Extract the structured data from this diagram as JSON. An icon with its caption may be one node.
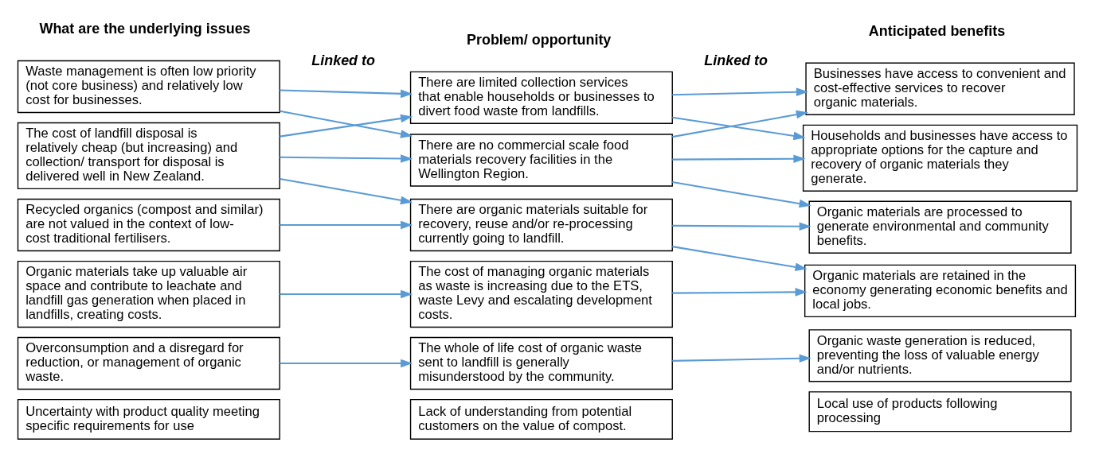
{
  "diagram": {
    "nodes": [
      {
        "text": [
          "Waste management is often low priority (not core business) and relatively low cost for businesses."
        ]
      },
      {
        "text": [
          "The cost of landfill disposal is relatively cheap (but increasing) and collection/ transport for disposal is delivered well in New Zealand."
        ]
      },
      {
        "text": [
          "Recycled organics (compost and similar) are not valued in the context of low-cost traditional fertilisers."
        ]
      },
      {
        "text": [
          "Organic materials take up valuable air space and contribute to leachate and landfill gas generation when placed in landfills, creating costs."
        ]
      },
      {
        "text": [
          "Overconsumption and a disregard for reduction, or management of organic waste."
        ]
      },
      {
        "text": [
          "Uncertainty with product quality meeting specific requirements for use"
        ]
      },
      {
        "text": [
          "There are limited collection services that enable households or businesses to divert food waste from landfills."
        ]
      },
      {
        "text": [
          "There are no commercial scale food materials recovery facilities in the Wellington Region."
        ]
      },
      {
        "text": [
          "There are organic materials suitable for recovery, reuse and/or re-processing currently going to landfill."
        ]
      },
      {
        "text": [
          "The cost of managing organic materials as waste is increasing due to the ETS, waste Levy and escalating development costs."
        ]
      },
      {
        "text": [
          "The whole of life cost of organic waste sent to landfill is generally misunderstood by the community."
        ]
      },
      {
        "text": [
          "Lack of understanding from potential customers on the value of compost."
        ]
      },
      {
        "text": [
          "Businesses have access to convenient and cost-effective services to recover organic materials."
        ]
      },
      {
        "text": [
          "Households and businesses have access to appropriate options for the capture and recovery of organic materials they generate."
        ]
      },
      {
        "text": [
          "Organic materials are processed to generate environmental and community benefits."
        ]
      },
      {
        "text": [
          "Organic materials are retained in the economy generating economic benefits and local jobs."
        ]
      },
      {
        "text": [
          "Organic waste generation is reduced, preventing the loss of valuable energy and/or nutrients."
        ]
      },
      {
        "text": [
          "Local use of products following processing"
        ]
      }
    ],
    "edges": [
      {
        "from": 0,
        "to": 6,
        "arrow": "to"
      },
      {
        "from": 0,
        "to": 7,
        "arrow": "to"
      },
      {
        "from": 1,
        "to": 6,
        "arrow": "to"
      },
      {
        "from": 1,
        "to": 7,
        "arrow": "to"
      },
      {
        "from": 1,
        "to": 8,
        "arrow": "to"
      },
      {
        "from": 2,
        "to": 8,
        "arrow": "to"
      },
      {
        "from": 3,
        "to": 9,
        "arrow": "to"
      },
      {
        "from": 4,
        "to": 10,
        "arrow": "to"
      },
      {
        "from": 6,
        "to": 12,
        "arrow": "to"
      },
      {
        "from": 6,
        "to": 13,
        "arrow": "to"
      },
      {
        "from": 7,
        "to": 12,
        "arrow": "to"
      },
      {
        "from": 7,
        "to": 13,
        "arrow": "to"
      },
      {
        "from": 7,
        "to": 14,
        "arrow": "to"
      },
      {
        "from": 8,
        "to": 14,
        "arrow": "to"
      },
      {
        "from": 8,
        "to": 15,
        "arrow": "to"
      },
      {
        "from": 9,
        "to": 15,
        "arrow": "to"
      },
      {
        "from": 10,
        "to": 16,
        "arrow": "to"
      }
    ],
    "labels": [
      "What are the underlying issues",
      "Problem/ opportunity",
      "Anticipated benefits",
      "Linked to",
      "Linked to"
    ]
  }
}
